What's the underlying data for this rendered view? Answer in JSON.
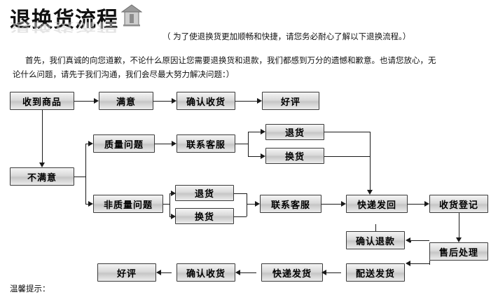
{
  "header": {
    "title": "退换货流程",
    "house_icon": "house-icon",
    "note": "（ 为了使退换货更加顺畅和快捷，请您务必耐心了解以下退换流程。）",
    "intro_line1": "首先，我们真诚的向您道歉，不论什么原因让您需要退换货和退款，我们都感到万分的遗憾和歉意。也请您放心，无",
    "intro_line2": "论什么问题，请先于我们沟通，我们会尽最大努力解决问题：）"
  },
  "flow": {
    "nodes": [
      {
        "id": "received",
        "label": "收到商品"
      },
      {
        "id": "satisfied",
        "label": "满意"
      },
      {
        "id": "confirm1",
        "label": "确认收货"
      },
      {
        "id": "praise1",
        "label": "好评"
      },
      {
        "id": "unsatisfied",
        "label": "不满意"
      },
      {
        "id": "quality",
        "label": "质量问题"
      },
      {
        "id": "service1",
        "label": "联系客服"
      },
      {
        "id": "return1",
        "label": "退货"
      },
      {
        "id": "exchange1",
        "label": "换货"
      },
      {
        "id": "nonquality",
        "label": "非质量问题"
      },
      {
        "id": "return2",
        "label": "退货"
      },
      {
        "id": "exchange2",
        "label": "换货"
      },
      {
        "id": "service2",
        "label": "联系客服"
      },
      {
        "id": "sendback",
        "label": "快递发回"
      },
      {
        "id": "register",
        "label": "收货登记"
      },
      {
        "id": "refund",
        "label": "确认退款"
      },
      {
        "id": "aftersale",
        "label": "售后处理"
      },
      {
        "id": "delivery",
        "label": "配送发货"
      },
      {
        "id": "express",
        "label": "快递发货"
      },
      {
        "id": "confirm2",
        "label": "确认收货"
      },
      {
        "id": "praise2",
        "label": "好评"
      }
    ]
  },
  "footer": {
    "tip": "温馨提示："
  },
  "colors": {
    "box_border": "#3a3a3a",
    "box_fill_light": "#f4f4f4",
    "box_fill_dark": "#c6c6c6",
    "line": "#1a1a1a",
    "text": "#111111",
    "reflection": "#cfcfcf"
  }
}
